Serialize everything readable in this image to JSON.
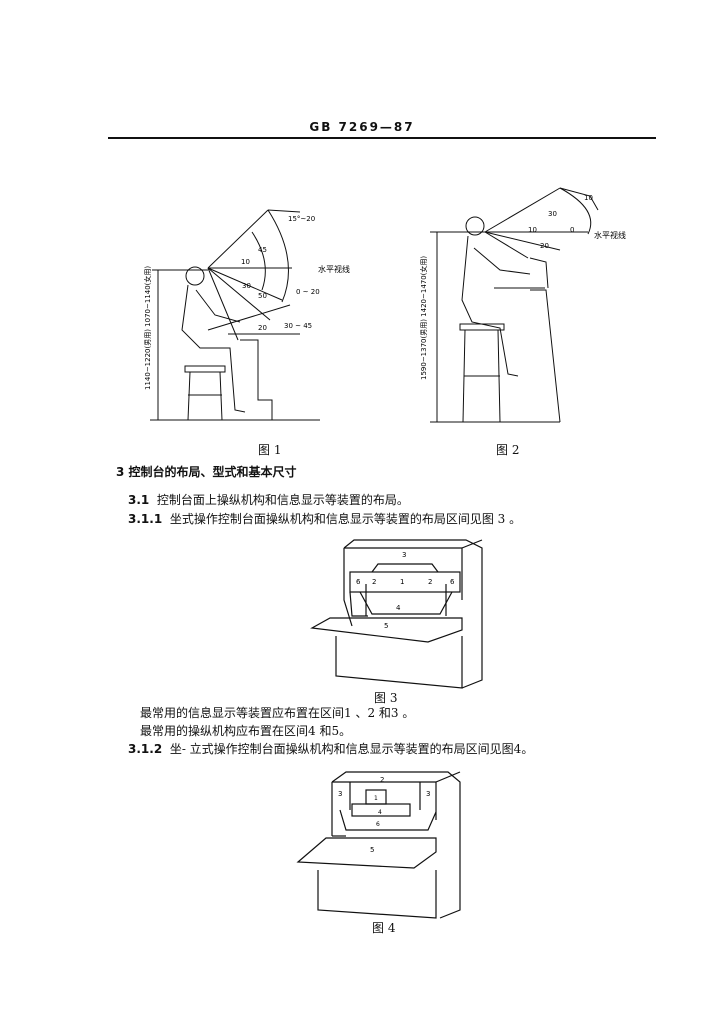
{
  "header": {
    "standard": "GB 7269—87"
  },
  "figures": {
    "fig1": {
      "caption": "图 1",
      "labels": {
        "angle_15_20": "15°~20",
        "a45": "45",
        "a10": "10",
        "a30": "30",
        "a50": "50",
        "a0_20": "0 ~ 20",
        "a20": "20",
        "a30_45": "30 ~ 45",
        "horizontal": "水平视线",
        "height_range": "1140~1220(男用) 1070~1140(女用)"
      }
    },
    "fig2": {
      "caption": "图 2",
      "labels": {
        "a10": "10",
        "a30": "30",
        "a10b": "10",
        "a0": "0",
        "a20": "20",
        "horizontal": "水平视线",
        "height_range": "1590~1370(男用) 1420~1470(女用)"
      }
    },
    "fig3": {
      "caption": "图 3",
      "zones": {
        "z1": "1",
        "z2a": "2",
        "z2b": "2",
        "z3": "3",
        "z4": "4",
        "z5": "5",
        "z6a": "6",
        "z6b": "6"
      }
    },
    "fig4": {
      "caption": "图 4",
      "zones": {
        "z1": "1",
        "z2": "2",
        "z3a": "3",
        "z3b": "3",
        "z4": "4",
        "z5": "5",
        "z6": "6"
      }
    }
  },
  "section3": {
    "heading": "3  控制台的布局、型式和基本尺寸",
    "s3_1": {
      "num": "3.1",
      "text": "控制台面上操纵机构和信息显示等装置的布局。"
    },
    "s3_1_1": {
      "num": "3.1.1",
      "text": "坐式操作控制台面操纵机构和信息显示等装置的布局区间见图 3 。"
    },
    "note1": "最常用的信息显示等装置应布置在区间1 、2 和3 。",
    "note2": "最常用的操纵机构应布置在区间4 和5。",
    "s3_1_2": {
      "num": "3.1.2",
      "text": "坐- 立式操作控制台面操纵机构和信息显示等装置的布局区间见图4。"
    }
  }
}
